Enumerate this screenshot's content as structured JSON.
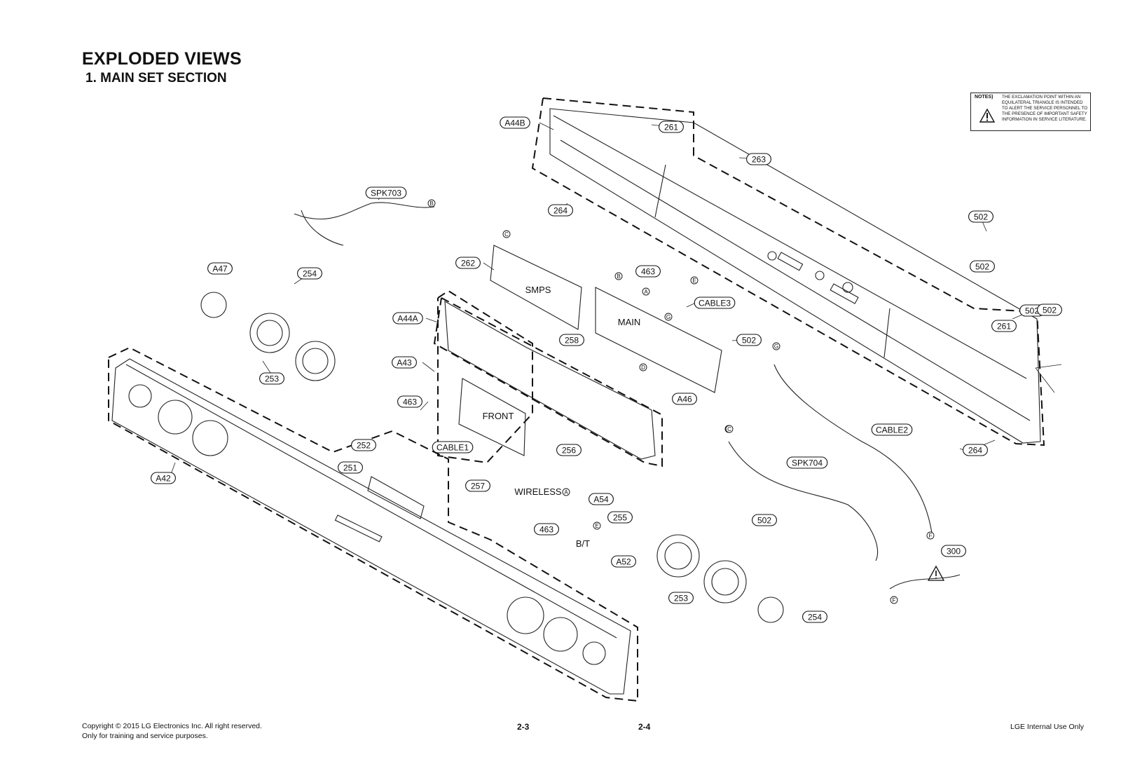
{
  "header": {
    "title": "EXPLODED VIEWS",
    "subtitle": "1. MAIN SET SECTION"
  },
  "notes": {
    "heading": "NOTES)",
    "text": "THE EXCLAMATION POINT WITHIN AN EQUILATERAL TRIANGLE IS INTENDED TO ALERT THE SERVICE PERSONNEL TO THE PRESENCE OF IMPORTANT SAFETY INFORMATION IN SERVICE LITERATURE."
  },
  "part_labels": [
    "A44B",
    "261",
    "263",
    "SPK703",
    "264",
    "502",
    "502",
    "262",
    "A47",
    "254",
    "502",
    "463",
    "CABLE3",
    "A44A",
    "258",
    "502",
    "261",
    "502",
    "A43",
    "A46",
    "253",
    "463",
    "CABLE2",
    "CABLE1",
    "256",
    "264",
    "A42",
    "252",
    "SPK704",
    "251",
    "257",
    "A54",
    "255",
    "502",
    "463",
    "A52",
    "300",
    "253",
    "254"
  ],
  "section_labels": [
    "SMPS",
    "MAIN",
    "FRONT",
    "WIRELESS",
    "B/T"
  ],
  "connector_labels": [
    "B",
    "C",
    "B",
    "A",
    "E",
    "G",
    "D",
    "G",
    "D",
    "A",
    "E",
    "F",
    "F",
    "C"
  ],
  "footer": {
    "copyright": "Copyright © 2015 LG Electronics Inc. All right reserved.",
    "training": "Only for training and service purposes.",
    "page_left": "2-3",
    "page_right": "2-4",
    "internal": "LGE Internal Use Only"
  }
}
